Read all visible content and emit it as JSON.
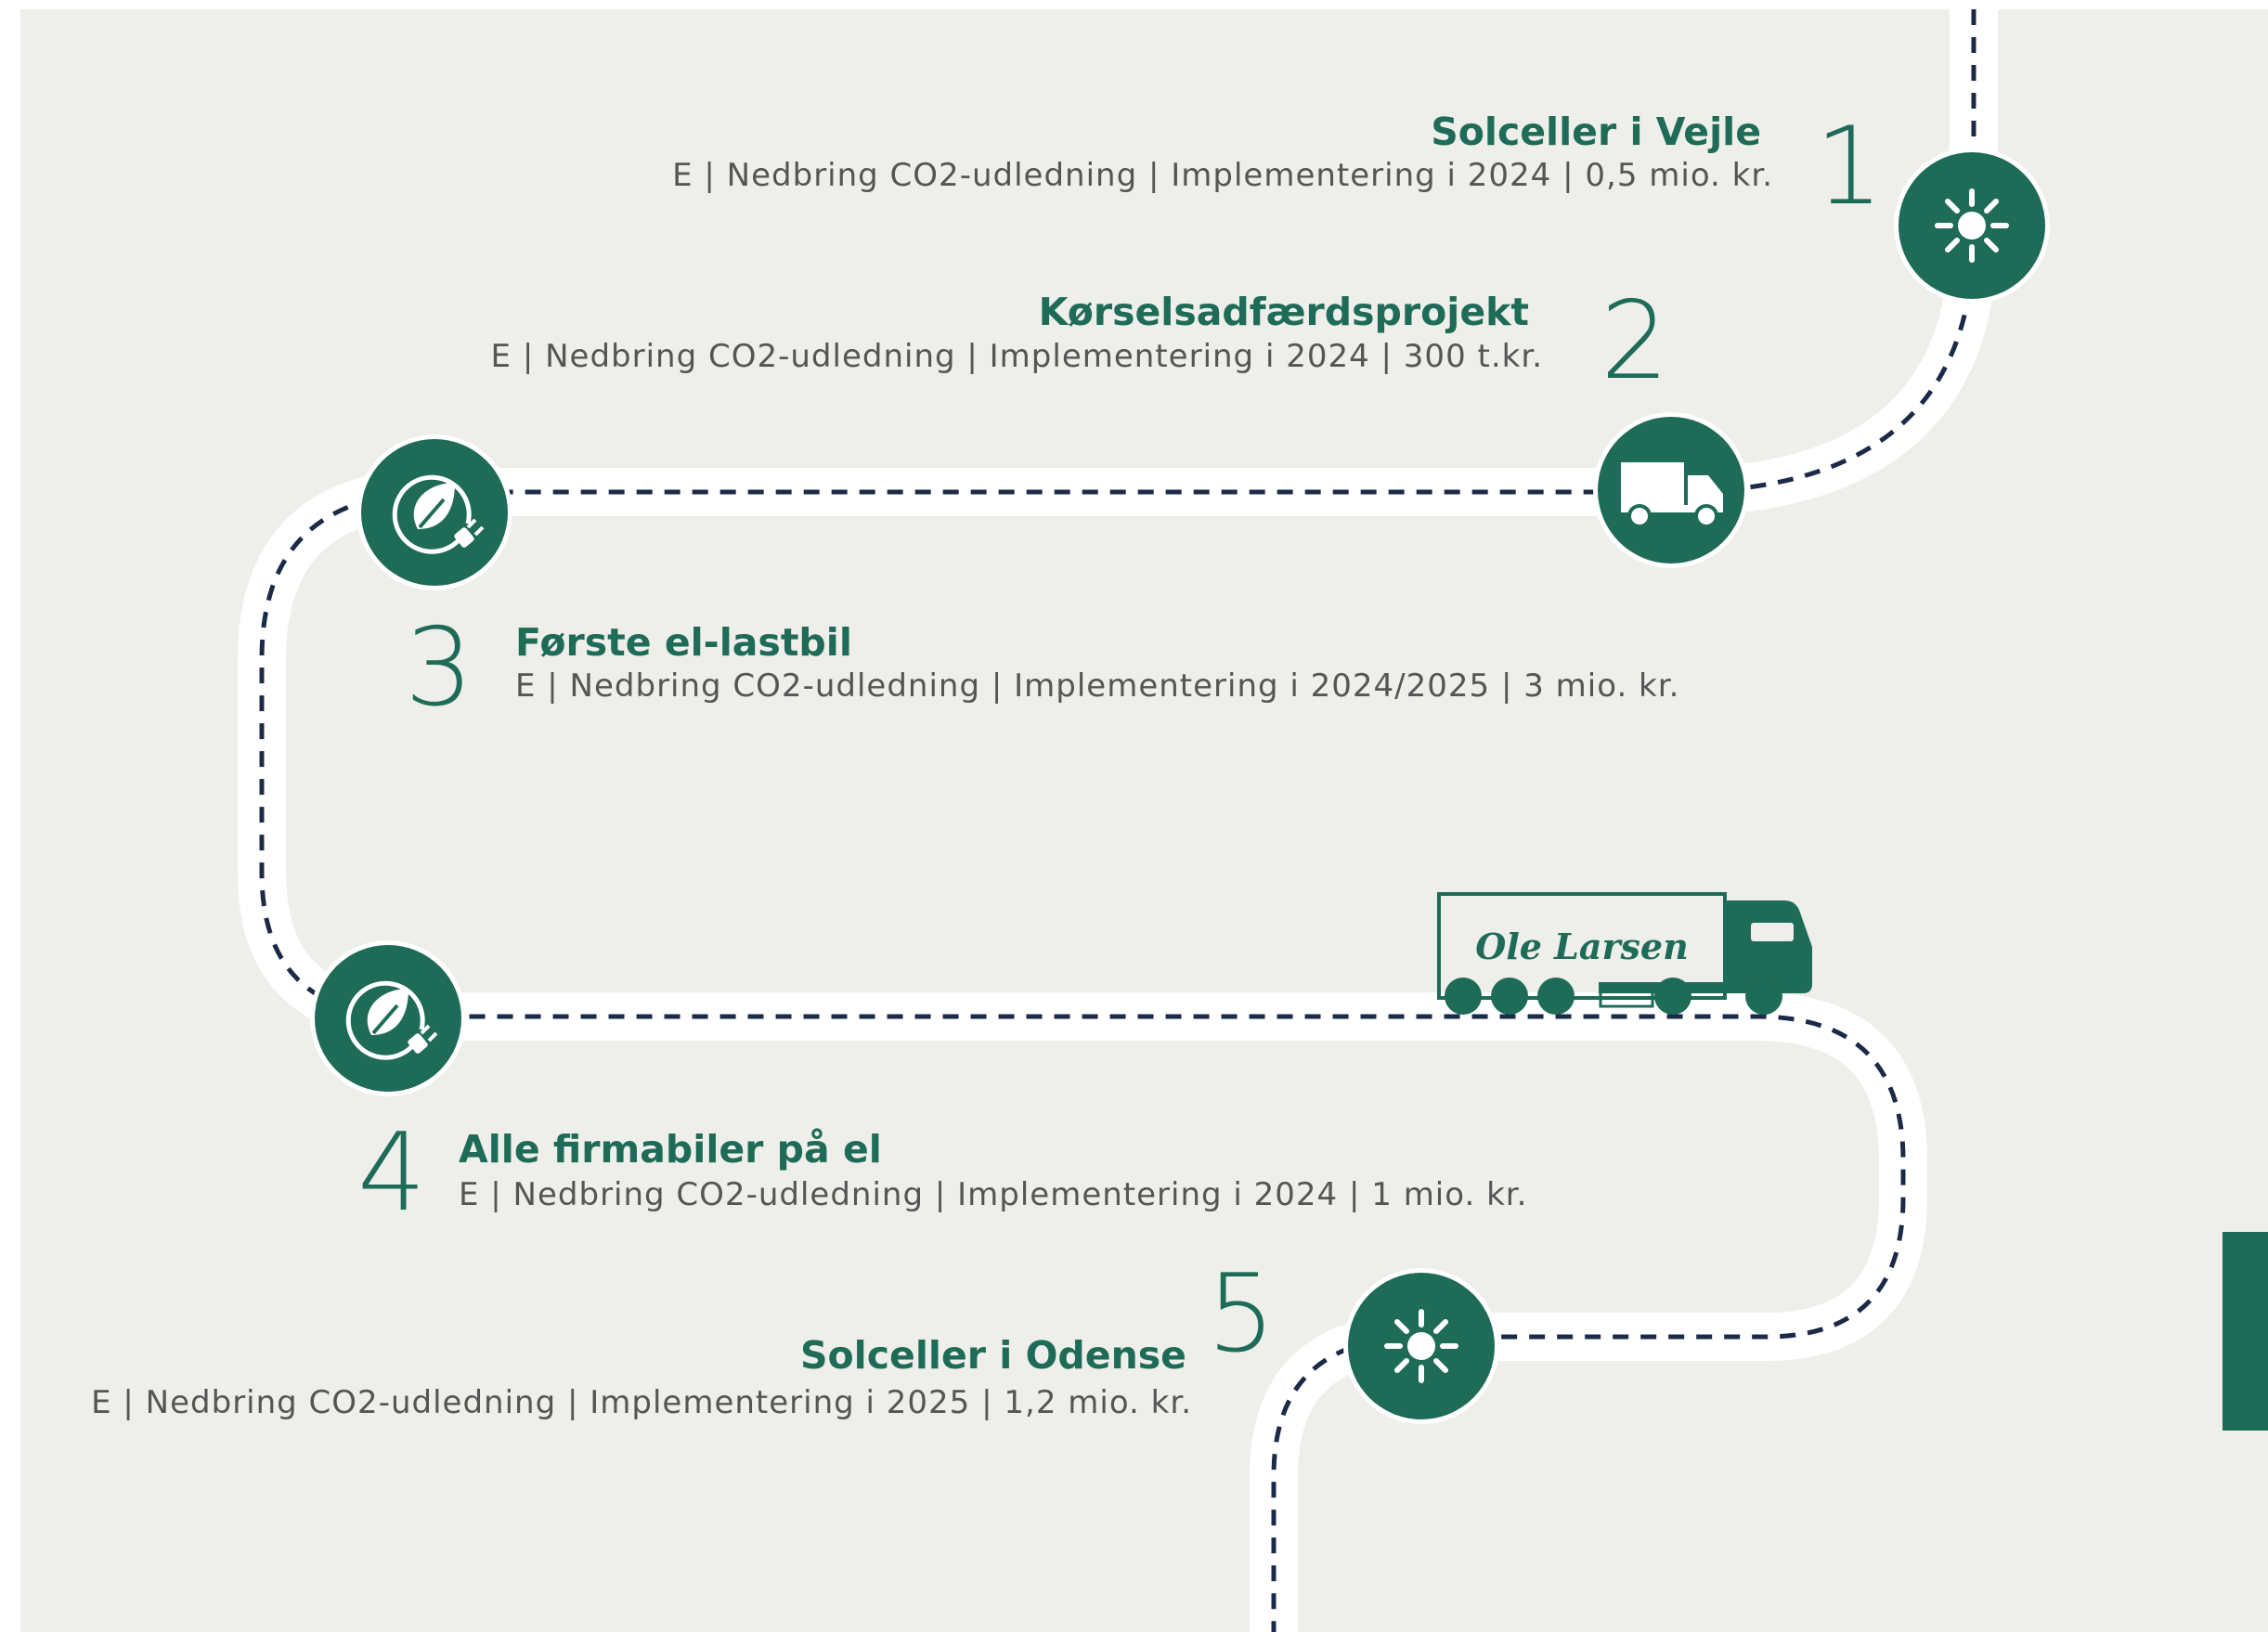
{
  "brand": {
    "green": "#1e6b57",
    "road": "#ffffff",
    "dash": "#1b2a48",
    "background": "#eeeeea",
    "truck_logo_text": "Ole Larsen"
  },
  "milestones": [
    {
      "number": "1",
      "title": "Solceller i Vejle",
      "description": "E | Nedbring CO2-udledning | Implementering i 2024 | 0,5 mio. kr.",
      "icon": "sun-icon"
    },
    {
      "number": "2",
      "title": "Kørselsadfærdsprojekt",
      "description": "E | Nedbring CO2-udledning | Implementering i 2024 | 300 t.kr.",
      "icon": "truck-icon"
    },
    {
      "number": "3",
      "title": "Første el-lastbil",
      "description": "E | Nedbring CO2-udledning | Implementering i 2024/2025 | 3 mio. kr.",
      "icon": "leaf-plug-icon"
    },
    {
      "number": "4",
      "title": "Alle firmabiler på el",
      "description": "E | Nedbring CO2-udledning | Implementering i 2024 | 1 mio. kr.",
      "icon": "leaf-plug-icon"
    },
    {
      "number": "5",
      "title": "Solceller i Odense",
      "description": "E | Nedbring CO2-udledning | Implementering i 2025 | 1,2 mio. kr.",
      "icon": "sun-icon"
    }
  ]
}
